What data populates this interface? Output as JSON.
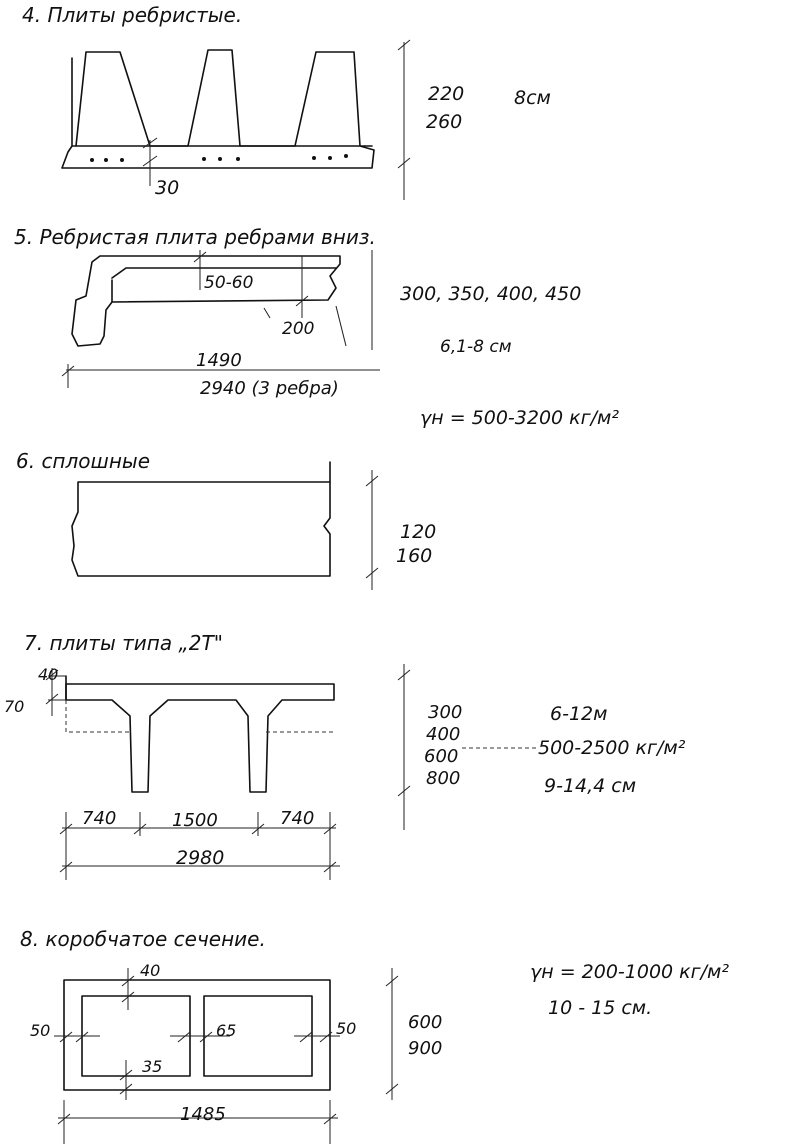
{
  "sections": [
    {
      "heading": "4. Плиты ребристые.",
      "labels": {
        "height_a": "220",
        "height_b": "260",
        "thickness": "8см",
        "bottom": "30"
      }
    },
    {
      "heading": "5. Ребристая плита ребрами вниз.",
      "labels": {
        "rib_top": "50-60",
        "rib_width": "200",
        "heights": "300, 350, 400, 450",
        "thickness": "6,1-8 см",
        "width_a": "1490",
        "width_b": "2940 (3 ребра)",
        "density": "γн = 500-3200 кг/м²"
      }
    },
    {
      "heading": "6. сплошные",
      "labels": {
        "height_a": "120",
        "height_b": "160"
      }
    },
    {
      "heading": "7. плиты типа „2Т\"",
      "labels": {
        "flange_top": "40",
        "flange_side": "70",
        "heights": [
          "300",
          "400",
          "600",
          "800"
        ],
        "span": "6-12м",
        "density": "500-2500 кг/м²",
        "thickness": "9-14,4 см",
        "w_left": "740",
        "w_mid": "1500",
        "w_right": "740",
        "w_total": "2980"
      }
    },
    {
      "heading": "8. коробчатое сечение.",
      "labels": {
        "top": "40",
        "left": "50",
        "mid": "65",
        "right": "50",
        "bottom": "35",
        "height_a": "600",
        "height_b": "900",
        "width": "1485",
        "density": "γн = 200-1000 кг/м²",
        "thickness": "10 - 15 см."
      }
    }
  ]
}
